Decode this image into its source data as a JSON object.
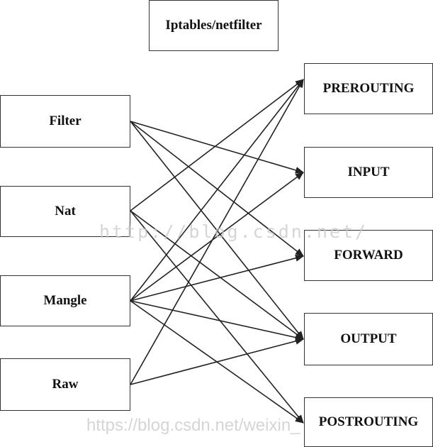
{
  "title": "Iptables/netfilter",
  "tables": [
    {
      "id": "filter",
      "label": "Filter"
    },
    {
      "id": "nat",
      "label": "Nat"
    },
    {
      "id": "mangle",
      "label": "Mangle"
    },
    {
      "id": "raw",
      "label": "Raw"
    }
  ],
  "chains": [
    {
      "id": "prerouting",
      "label": "PREROUTING"
    },
    {
      "id": "input",
      "label": "INPUT"
    },
    {
      "id": "forward",
      "label": "FORWARD"
    },
    {
      "id": "output",
      "label": "OUTPUT"
    },
    {
      "id": "postrouting",
      "label": "POSTROUTING"
    }
  ],
  "edges": [
    {
      "from": "filter",
      "to": "input"
    },
    {
      "from": "filter",
      "to": "forward"
    },
    {
      "from": "filter",
      "to": "output"
    },
    {
      "from": "nat",
      "to": "prerouting"
    },
    {
      "from": "nat",
      "to": "output"
    },
    {
      "from": "nat",
      "to": "postrouting"
    },
    {
      "from": "mangle",
      "to": "prerouting"
    },
    {
      "from": "mangle",
      "to": "input"
    },
    {
      "from": "mangle",
      "to": "forward"
    },
    {
      "from": "mangle",
      "to": "output"
    },
    {
      "from": "mangle",
      "to": "postrouting"
    },
    {
      "from": "raw",
      "to": "prerouting"
    },
    {
      "from": "raw",
      "to": "output"
    }
  ],
  "watermarks": {
    "middle": "http://blog.csdn.net/",
    "bottom": "https://blog.csdn.net/weixin_"
  },
  "colors": {
    "stroke": "#222222",
    "watermark": "#c8c8c8"
  }
}
